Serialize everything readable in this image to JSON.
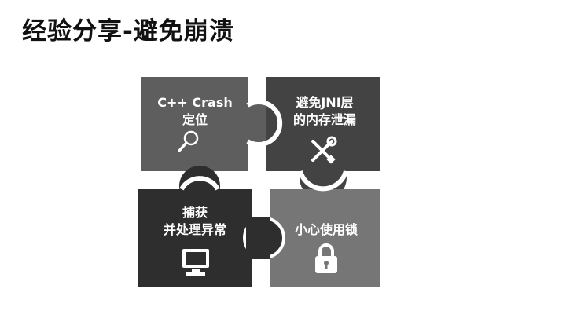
{
  "title": "经验分享-避免崩溃",
  "pieces": [
    {
      "line1": "C++ Crash",
      "line2": "定位",
      "icon": "magnifier-icon",
      "color": "#5e5e5e"
    },
    {
      "line1": "避免JNI层",
      "line2": "的内存泄漏",
      "icon": "tools-icon",
      "color": "#434343"
    },
    {
      "line1": "捕获",
      "line2": "并处理异常",
      "icon": "computer-icon",
      "color": "#2e2e2e"
    },
    {
      "line1": "小心使用锁",
      "line2": "",
      "icon": "lock-icon",
      "color": "#767676"
    }
  ]
}
